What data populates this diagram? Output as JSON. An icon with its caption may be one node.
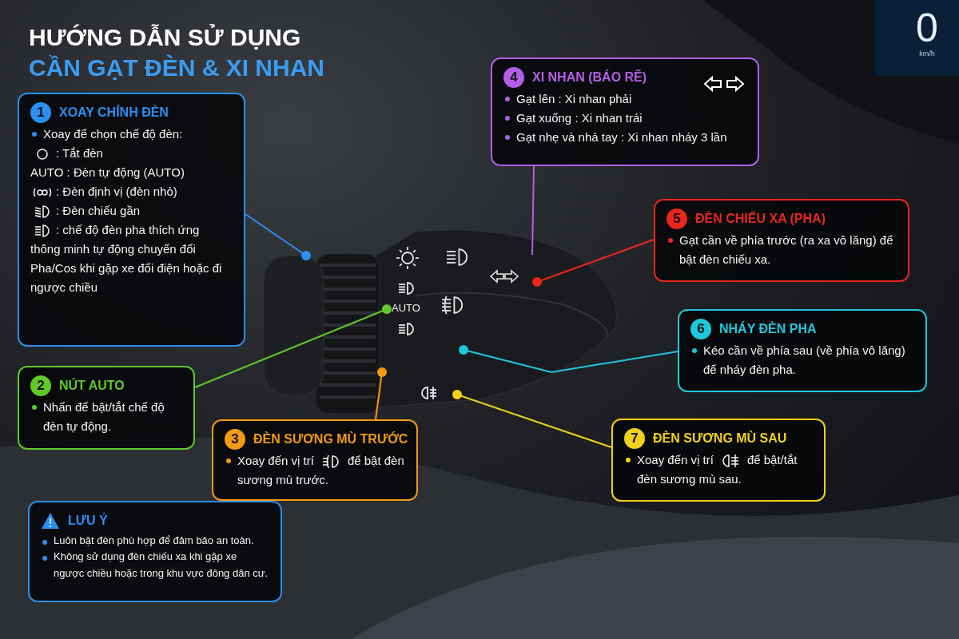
{
  "diagram": {
    "title": "HƯỚNG DẪN SỬ DỤNG",
    "nodes": [
      {
        "text": [
          "1",
          "XOAY CHỈNH ĐÈN",
          "Xoay để chọn chế độ đèn:",
          ": Tắt đèn",
          "AUTO : Đèn tự động (AUTO)",
          ": Đèn định vị (đèn nhỏ)",
          ": Đèn chiếu gần",
          ": chế độ đèn pha thích ứng thông minh tự động chuyển đổi Pha/Cos khi gặp xe đối điện hoặc đi ngược chiều"
        ]
      },
      {
        "text": [
          "2",
          "NÚT AUTO",
          "Nhấn để bật/tắt chế độ đèn tự động."
        ]
      },
      {
        "text": [
          "3",
          "ĐÈN SƯƠNG MÙ TRƯỚC",
          "Xoay đến vị trí",
          "để bật đèn sương mù trước."
        ]
      },
      {
        "text": [
          "4",
          "XI NHAN (BÁO RẼ)",
          "Gạt lên : Xi nhan phải",
          "Gạt xuống : Xi nhan trái",
          "Gạt nhẹ và nhả tay : Xi nhan nháy 3 lần"
        ]
      },
      {
        "text": [
          "5",
          "ĐÈN CHIẾU XA (PHA)",
          "Gạt cần về phía trước (ra xa vô lăng) để bật đèn chiếu xa."
        ]
      },
      {
        "text": [
          "6",
          "NHÁY ĐÈN PHA",
          "Kéo cần về phía sau (về phía vô lăng) để nháy đèn pha."
        ]
      },
      {
        "text": [
          "7",
          "ĐÈN SƯƠNG MÙ SAU",
          "Xoay đến vị trí",
          "để bật/tắt đèn sương mù sau."
        ]
      },
      {
        "text": [
          "LƯU Ý",
          "Luôn bật đèn phù hợp để đảm bảo an toàn.",
          "Không sử dụng đèn chiếu xa khi gặp xe ngược chiều hoặc trong khu vực đông dân cư."
        ]
      },
      {
        "text": [
          "AUTO"
        ]
      }
    ],
    "edges": [
      {
        "from": 0,
        "to": null,
        "arrow": "other",
        "color": "#2a8ff0"
      },
      {
        "from": 1,
        "to": 8,
        "arrow": "other",
        "color": "#5fc92a"
      },
      {
        "from": 2,
        "to": null,
        "arrow": "other",
        "color": "#f29a12"
      },
      {
        "from": 3,
        "to": null,
        "arrow": "none",
        "color": "#b45ee8"
      },
      {
        "from": 4,
        "to": null,
        "arrow": "other",
        "color": "#e8261e"
      },
      {
        "from": 5,
        "to": null,
        "arrow": "other",
        "color": "#1ec8dc"
      },
      {
        "from": 6,
        "to": null,
        "arrow": "other",
        "color": "#f2d21a"
      }
    ],
    "labels": [
      "CẦN GẠT ĐÈN & XI NHAN",
      "0",
      "km/h"
    ]
  }
}
